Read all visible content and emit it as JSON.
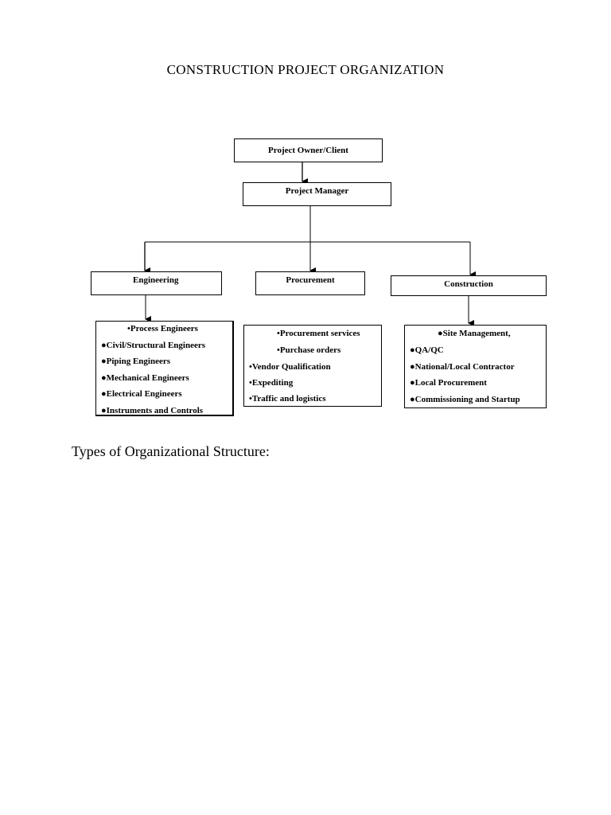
{
  "title": "CONSTRUCTION PROJECT ORGANIZATION",
  "chart": {
    "owner": "Project Owner/Client",
    "manager": "Project Manager",
    "departments": {
      "engineering": "Engineering",
      "procurement": "Procurement",
      "construction": "Construction"
    },
    "engineering_items": [
      "•Process Engineers",
      "●Civil/Structural Engineers",
      "●Piping Engineers",
      "●Mechanical Engineers",
      "●Electrical  Engineers",
      "●Instruments and Controls"
    ],
    "procurement_items": [
      "•Procurement services",
      "•Purchase  orders",
      "•Vendor Qualification",
      "•Expediting",
      "•Traffic and logistics"
    ],
    "construction_items": [
      "●Site Management,",
      "●QA/QC",
      "●National/Local Contractor",
      "●Local Procurement",
      "●Commissioning and Startup"
    ]
  },
  "section_heading": "Types of Organizational Structure:"
}
